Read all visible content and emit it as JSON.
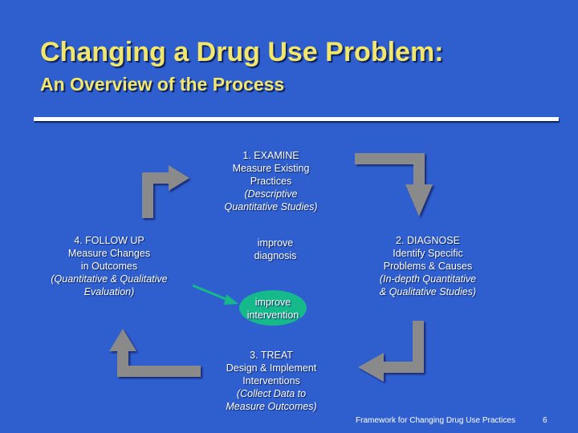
{
  "slide": {
    "title": "Changing a Drug Use Problem:",
    "subtitle": "An Overview of the Process",
    "footer": "Framework for Changing Drug Use Practices",
    "page_number": "6"
  },
  "steps": {
    "examine": {
      "heading": "1. EXAMINE",
      "line1": "Measure Existing",
      "line2": "Practices",
      "note1": "(Descriptive",
      "note2": "Quantitative Studies)"
    },
    "diagnose": {
      "heading": "2. DIAGNOSE",
      "line1": "Identify Specific",
      "line2": "Problems & Causes",
      "note1": "(In-depth Quantitative",
      "note2": "& Qualitative Studies)"
    },
    "treat": {
      "heading": "3. TREAT",
      "line1": "Design & Implement",
      "line2": "Interventions",
      "note1": "(Collect Data to",
      "note2": "Measure Outcomes)"
    },
    "follow_up": {
      "heading": "4. FOLLOW UP",
      "line1": "Measure Changes",
      "line2": "in Outcomes",
      "note1": "(Quantitative & Qualitative",
      "note2": "Evaluation)"
    }
  },
  "center": {
    "improve_diagnosis": [
      "improve",
      "diagnosis"
    ],
    "improve_intervention": [
      "improve",
      "intervention"
    ]
  },
  "colors": {
    "background": "#2f5fcf",
    "title": "#f2e76a",
    "arrow": "#8a8a8a",
    "highlight": "#16b98a"
  }
}
